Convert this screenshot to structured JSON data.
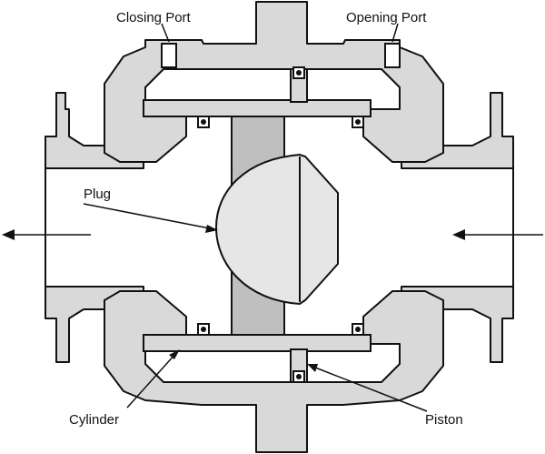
{
  "labels": {
    "closing_port": "Closing Port",
    "opening_port": "Opening Port",
    "plug": "Plug",
    "cylinder": "Cylinder",
    "piston": "Piston"
  },
  "colors": {
    "body_fill": "#d9d9d9",
    "stem_fill": "#bfbfbf",
    "plug_fill": "#e6e6e6",
    "stroke": "#111111",
    "background": "#ffffff"
  }
}
